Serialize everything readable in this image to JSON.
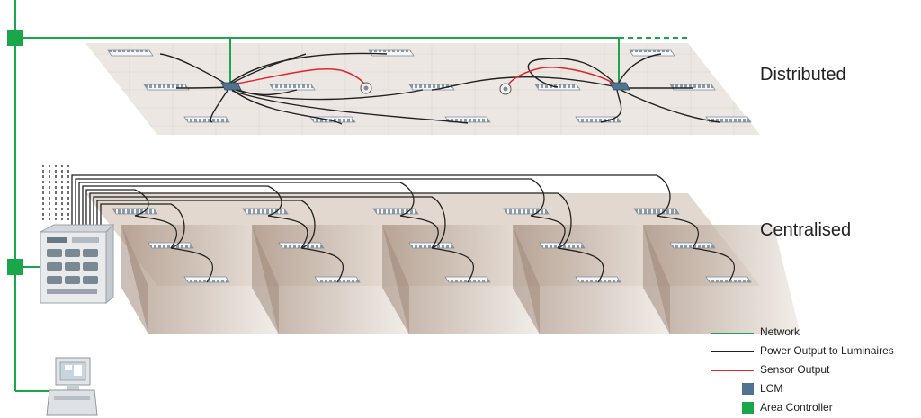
{
  "labels": {
    "distributed": "Distributed",
    "centralised": "Centralised"
  },
  "legend": [
    {
      "key": "network",
      "text": "Network",
      "kind": "line",
      "color": "#1aa64b"
    },
    {
      "key": "power",
      "text": "Power Output to Luminaires",
      "kind": "line",
      "color": "#222222"
    },
    {
      "key": "sensor",
      "text": "Sensor Output",
      "kind": "line",
      "color": "#e0242b"
    },
    {
      "key": "lcm",
      "text": "LCM",
      "kind": "box",
      "color": "#4f7390"
    },
    {
      "key": "area-controller",
      "text": "Area Controller",
      "kind": "box",
      "color": "#1aa64b"
    }
  ],
  "colors": {
    "network": "#1aa64b",
    "power": "#222222",
    "sensor": "#e0242b",
    "lcm": "#4f7390",
    "area_controller": "#1aa64b",
    "ceiling": "#ece7e2",
    "partition": "#bda89a"
  },
  "icons": [
    "area-controller-icon",
    "lcm-icon",
    "sensor-icon",
    "luminaire-icon",
    "central-panel-icon",
    "computer-icon"
  ]
}
